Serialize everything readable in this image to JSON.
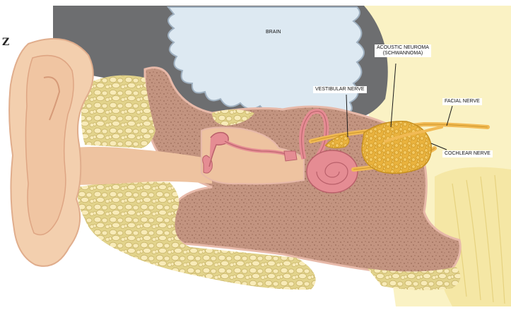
{
  "corner_letter": "Z",
  "labels": {
    "brain": "BRAIN",
    "acoustic_neuroma_line1": "ACOUSTIC NEUROMA",
    "acoustic_neuroma_line2": "(SCHWANNOMA)",
    "vestibular_nerve": "VESTIBULAR NERVE",
    "facial_nerve": "FACIAL NERVE",
    "cochlear_nerve": "COCHLEAR NERVE"
  },
  "colors": {
    "skull_gray": "#6d6e70",
    "brain_fill": "#dde9f2",
    "brain_edge": "#9fb0c0",
    "background_yellow": "#faf2c4",
    "bone_yellow": "#e6d892",
    "bone_cells": "#f7eab6",
    "temporal_bone": "#c59a86",
    "skin": "#f3cfae",
    "canal": "#eec3a0",
    "cochlea": "#e58c93",
    "tumor": "#e9b23d",
    "nerve": "#f1ba54"
  }
}
